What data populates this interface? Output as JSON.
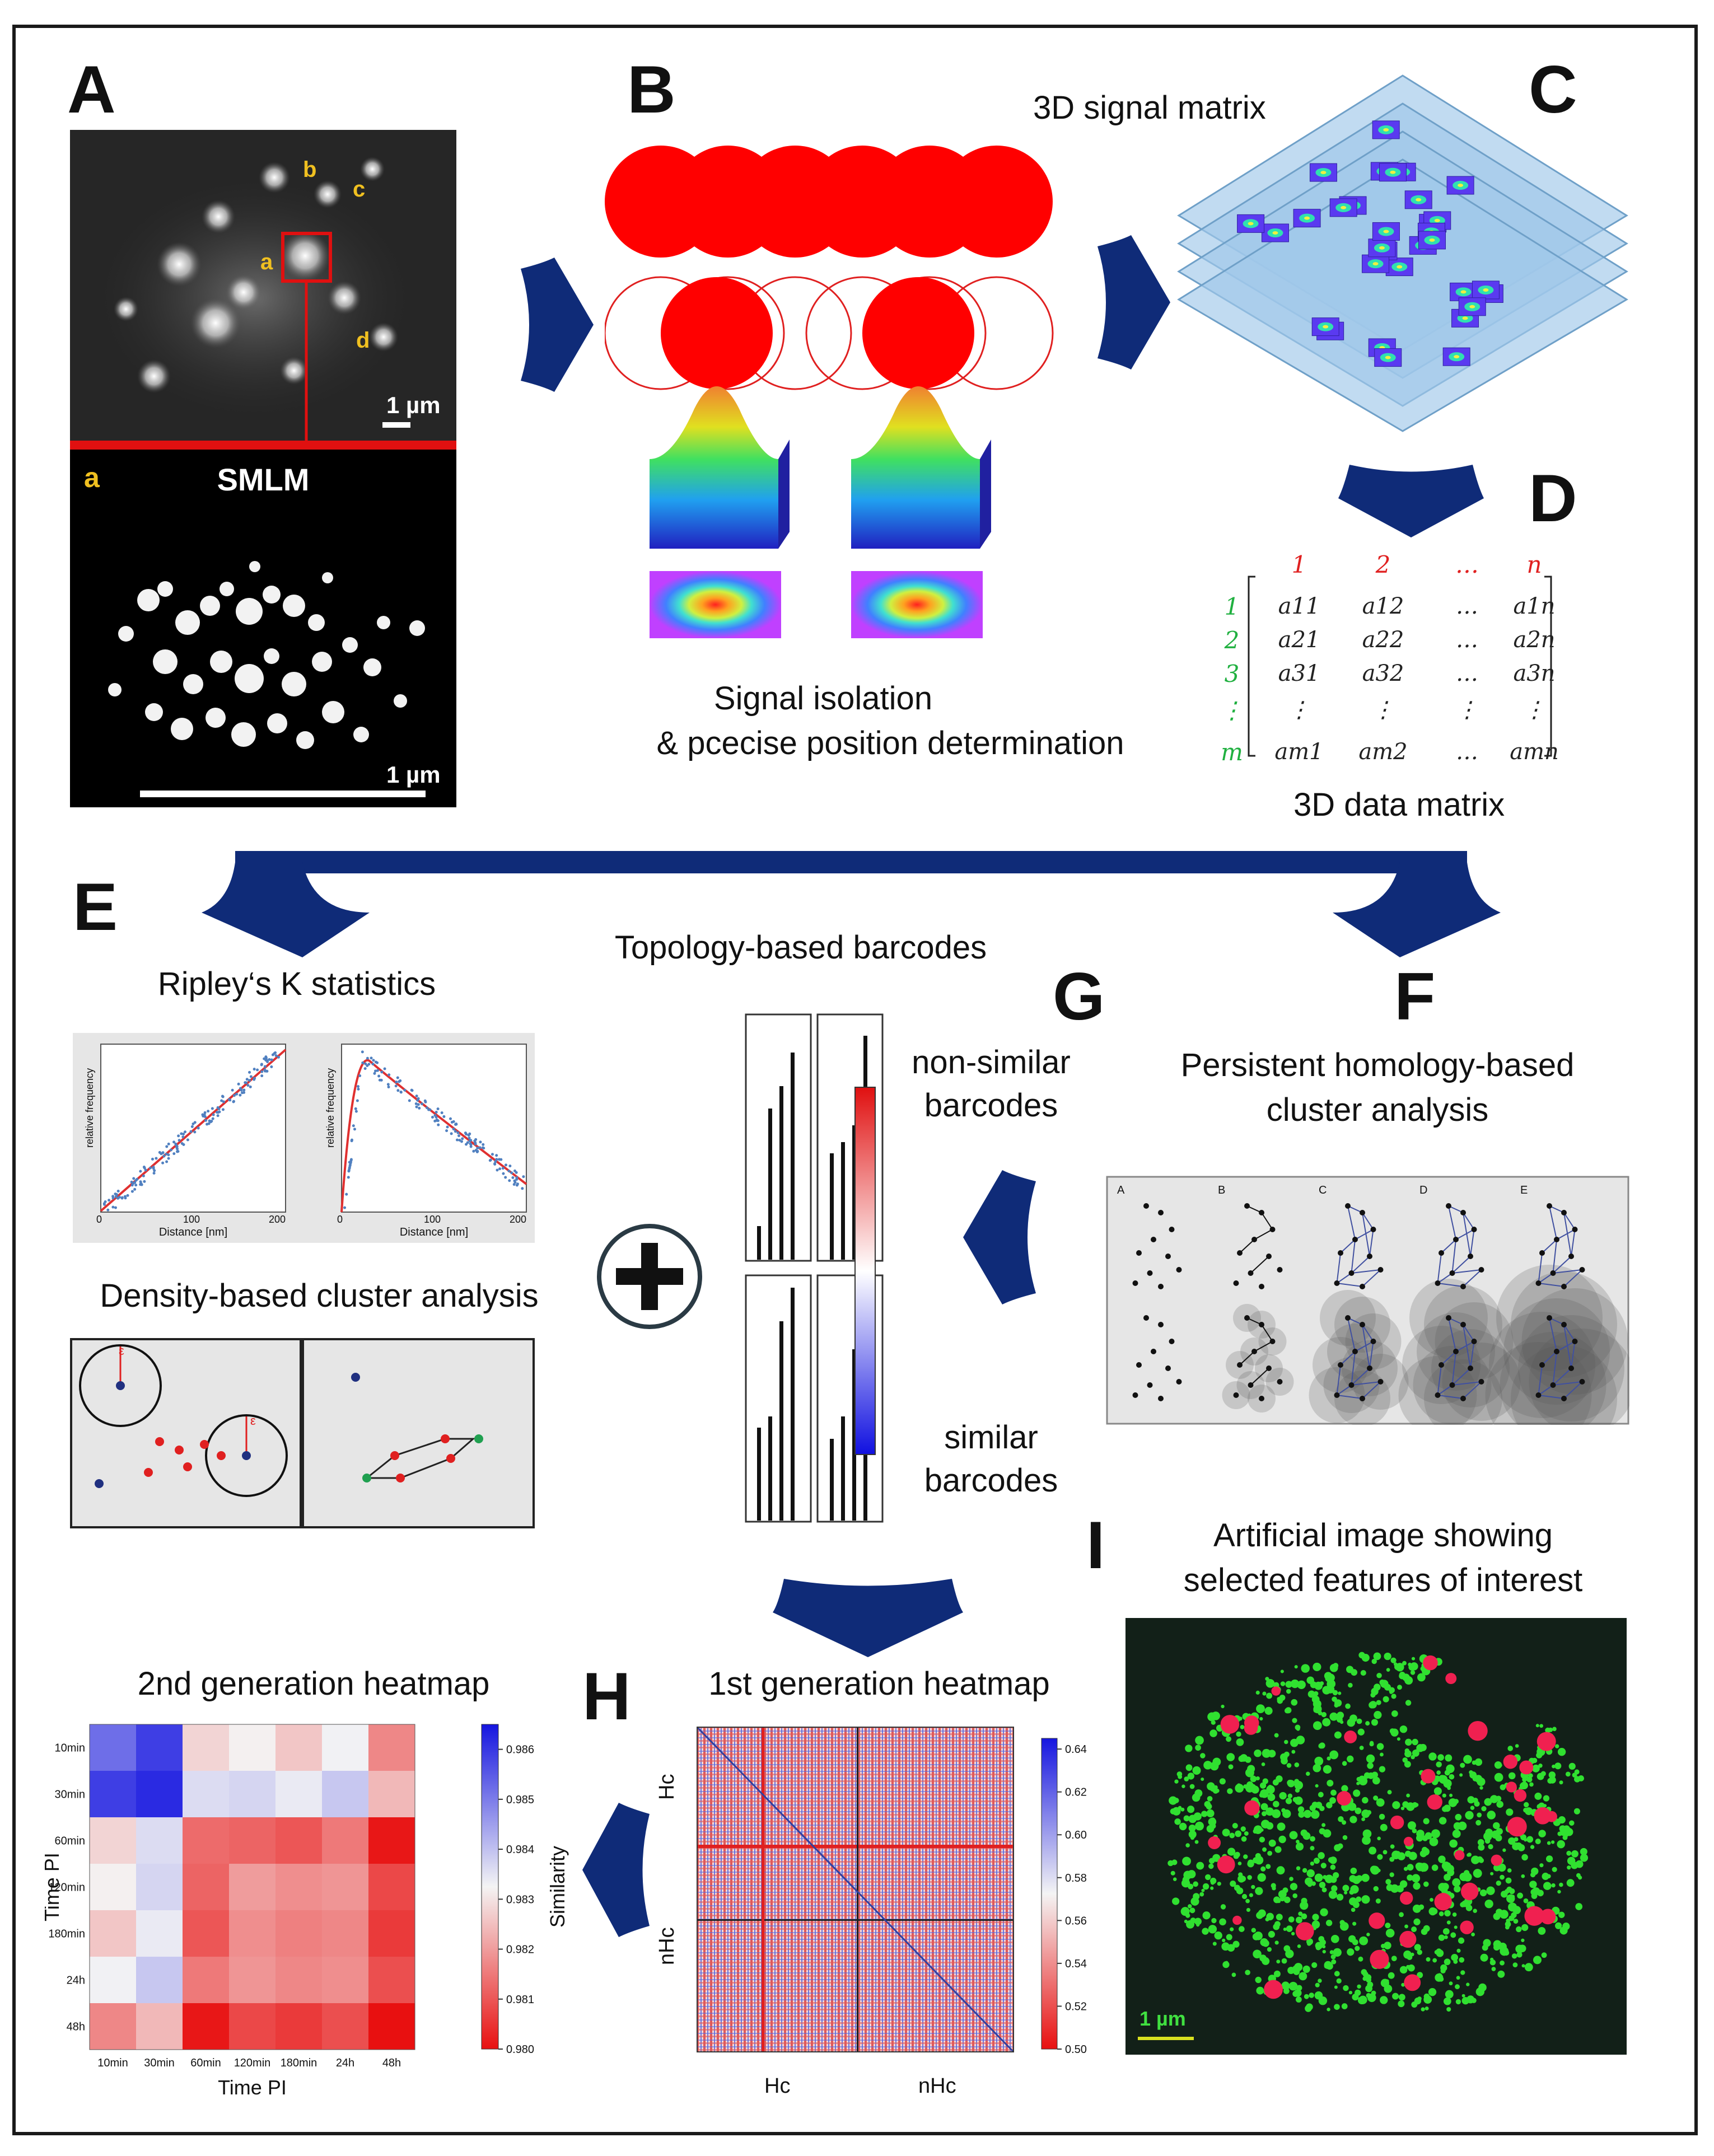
{
  "panels": {
    "A": "A",
    "B": "B",
    "C": "C",
    "D": "D",
    "E": "E",
    "F": "F",
    "G": "G",
    "H": "H",
    "I": "I"
  },
  "panel_a": {
    "spot_labels": [
      "a",
      "b",
      "c",
      "d"
    ],
    "scale_top": "1 µm",
    "inset_label": "a",
    "inset_title": "SMLM",
    "scale_bottom": "1 µm"
  },
  "panel_b": {
    "caption_line1": "Signal isolation",
    "caption_line2": "& pcecise position determination"
  },
  "panel_c": {
    "title": "3D signal matrix"
  },
  "panel_d": {
    "col_headers": [
      "1",
      "2",
      "…",
      "n"
    ],
    "row_headers": [
      "1",
      "2",
      "3",
      "⋮",
      "m"
    ],
    "rows": [
      [
        "a11",
        "a12",
        "…",
        "a1n"
      ],
      [
        "a21",
        "a22",
        "…",
        "a2n"
      ],
      [
        "a31",
        "a32",
        "…",
        "a3n"
      ],
      [
        "⋮",
        "⋮",
        "⋮",
        "⋮"
      ],
      [
        "am1",
        "am2",
        "…",
        "amn"
      ]
    ],
    "caption": "3D data matrix"
  },
  "panel_e": {
    "ripley_title": "Ripley‘s K statistics",
    "ripley_xlabel": "Distance [nm]",
    "ripley_ylabel": "relative frequency",
    "ripley_xticks": [
      "0",
      "100",
      "200"
    ],
    "density_title": "Density-based cluster analysis",
    "epsilon": "ε"
  },
  "panel_g": {
    "title": "Topology-based barcodes",
    "nonsimilar_1": "non-similar",
    "nonsimilar_2": "barcodes",
    "similar_1": "similar",
    "similar_2": "barcodes"
  },
  "panel_f": {
    "title_1": "Persistent homology-based",
    "title_2": "cluster analysis",
    "sub_labels": [
      "A",
      "B",
      "C",
      "D",
      "E"
    ]
  },
  "panel_i": {
    "title_1": "Artificial image showing",
    "title_2": "selected features of interest",
    "scale": "1 µm"
  },
  "heatmap2": {
    "title": "2nd generation heatmap",
    "xlabel": "Time PI",
    "ylabel": "Time PI",
    "cbar_label": "Similarity",
    "categories": [
      "10min",
      "30min",
      "60min",
      "120min",
      "180min",
      "24h",
      "48h"
    ],
    "cbar_ticks": [
      "0.986",
      "0.985",
      "0.984",
      "0.983",
      "0.982",
      "0.981",
      "0.980"
    ]
  },
  "heatmap1": {
    "title": "1st generation heatmap",
    "ylabels": [
      "Hc",
      "nHc"
    ],
    "xlabels": [
      "Hc",
      "nHc"
    ],
    "cbar_ticks": [
      "0.64",
      "0.62",
      "0.60",
      "0.58",
      "0.56",
      "0.54",
      "0.52",
      "0.50"
    ]
  },
  "chart_data": {
    "type": "heatmap",
    "title": "2nd generation heatmap",
    "xlabel": "Time PI",
    "ylabel": "Time PI",
    "x": [
      "10min",
      "30min",
      "60min",
      "120min",
      "180min",
      "24h",
      "48h"
    ],
    "y": [
      "10min",
      "30min",
      "60min",
      "120min",
      "180min",
      "24h",
      "48h"
    ],
    "values": [
      [
        0.9852,
        0.9859,
        0.9828,
        0.9832,
        0.9826,
        0.9833,
        0.9817
      ],
      [
        0.9859,
        0.9862,
        0.9836,
        0.9837,
        0.9834,
        0.9839,
        0.9824
      ],
      [
        0.9828,
        0.9836,
        0.9813,
        0.9812,
        0.981,
        0.9815,
        0.9801
      ],
      [
        0.9832,
        0.9837,
        0.9812,
        0.982,
        0.9818,
        0.9819,
        0.9808
      ],
      [
        0.9826,
        0.9834,
        0.981,
        0.9818,
        0.9816,
        0.9817,
        0.9806
      ],
      [
        0.9833,
        0.9839,
        0.9815,
        0.9819,
        0.9817,
        0.9818,
        0.9809
      ],
      [
        0.9817,
        0.9824,
        0.9801,
        0.9808,
        0.9806,
        0.9809,
        0.9799
      ]
    ],
    "colorbar_range": [
      0.98,
      0.9865
    ],
    "colorbar_label": "Similarity"
  }
}
